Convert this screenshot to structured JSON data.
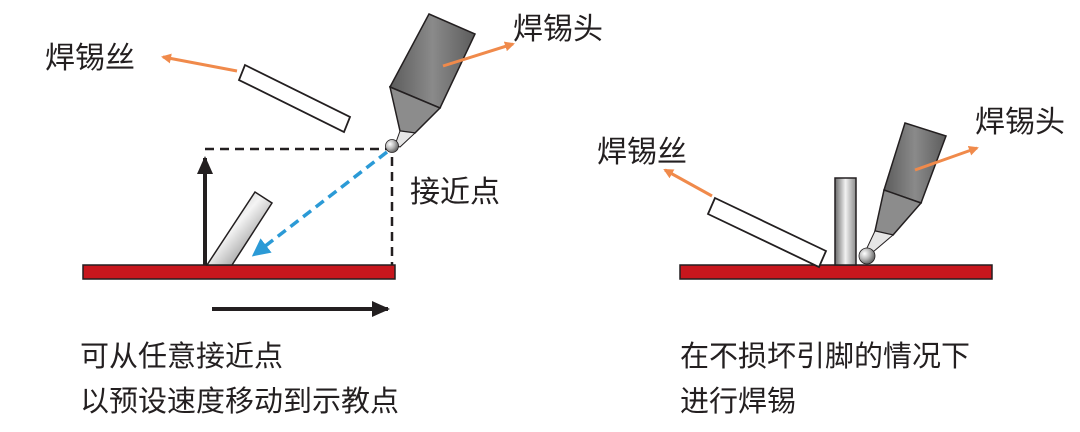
{
  "left": {
    "label_wire": "焊锡丝",
    "label_tip": "焊锡头",
    "label_approach": "接近点",
    "caption_line1": "可从任意接近点",
    "caption_line2": "以预设速度移动到示教点"
  },
  "right": {
    "label_wire": "焊锡丝",
    "label_tip": "焊锡头",
    "caption_line1": "在不损坏引脚的情况下",
    "caption_line2": "进行焊锡"
  },
  "colors": {
    "board": "#c8161d",
    "callout_arrow": "#f08a4b",
    "path_arrow": "#2b9ad6",
    "motion_arrow": "#231f20",
    "tip_body": "#6e6e6e",
    "text": "#231f20"
  }
}
